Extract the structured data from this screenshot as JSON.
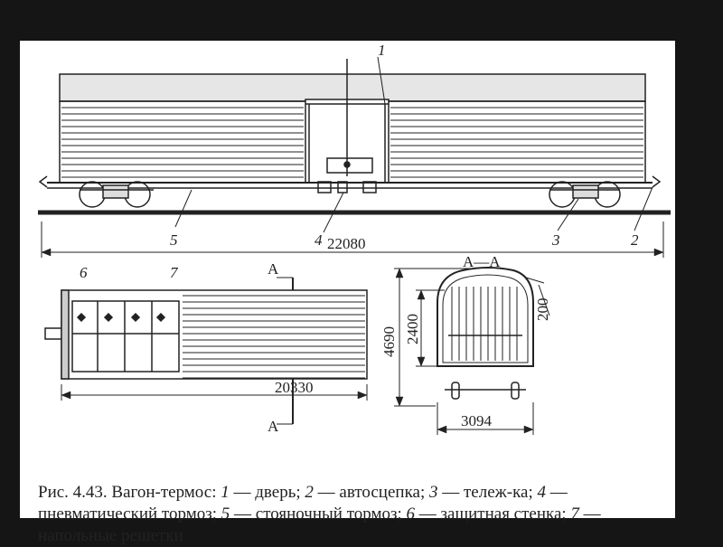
{
  "labels": {
    "door": "1",
    "coupler": "2",
    "bogie": "3",
    "brake": "4",
    "parking_brake": "5",
    "wall": "6",
    "grates": "7",
    "section_a": "A",
    "section_aa": "А—А"
  },
  "dimensions": {
    "total_length": "22080",
    "body_length": "20330",
    "height": "4690",
    "inner_height": "2400",
    "roof_gap": "200",
    "width": "3094"
  },
  "caption": {
    "title": "Рис. 4.43. Вагон-термос:",
    "items": [
      {
        "num": "1",
        "text": "дверь;"
      },
      {
        "num": "2",
        "text": "автосцепка;"
      },
      {
        "num": "3",
        "text": "тележ-ка;"
      },
      {
        "num": "4",
        "text": "пневматический тормоз;"
      },
      {
        "num": "5",
        "text": "стояночный тормоз;"
      },
      {
        "num": "6",
        "text": "защитная стенка;"
      },
      {
        "num": "7",
        "text": "напольные решетки"
      }
    ]
  }
}
